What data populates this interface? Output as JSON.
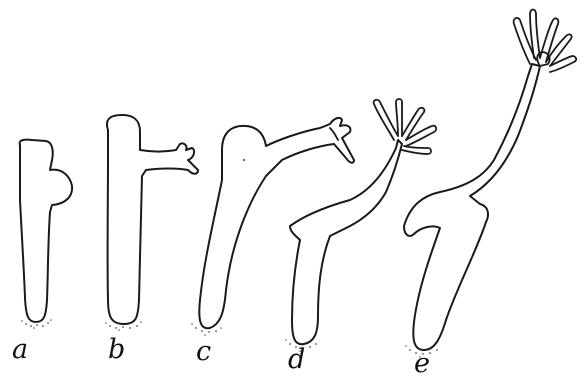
{
  "figure": {
    "labels": [
      {
        "id": "a",
        "text": "a"
      },
      {
        "id": "b",
        "text": "b"
      },
      {
        "id": "c",
        "text": "c"
      },
      {
        "id": "d",
        "text": "d"
      },
      {
        "id": "e",
        "text": "e"
      }
    ]
  }
}
